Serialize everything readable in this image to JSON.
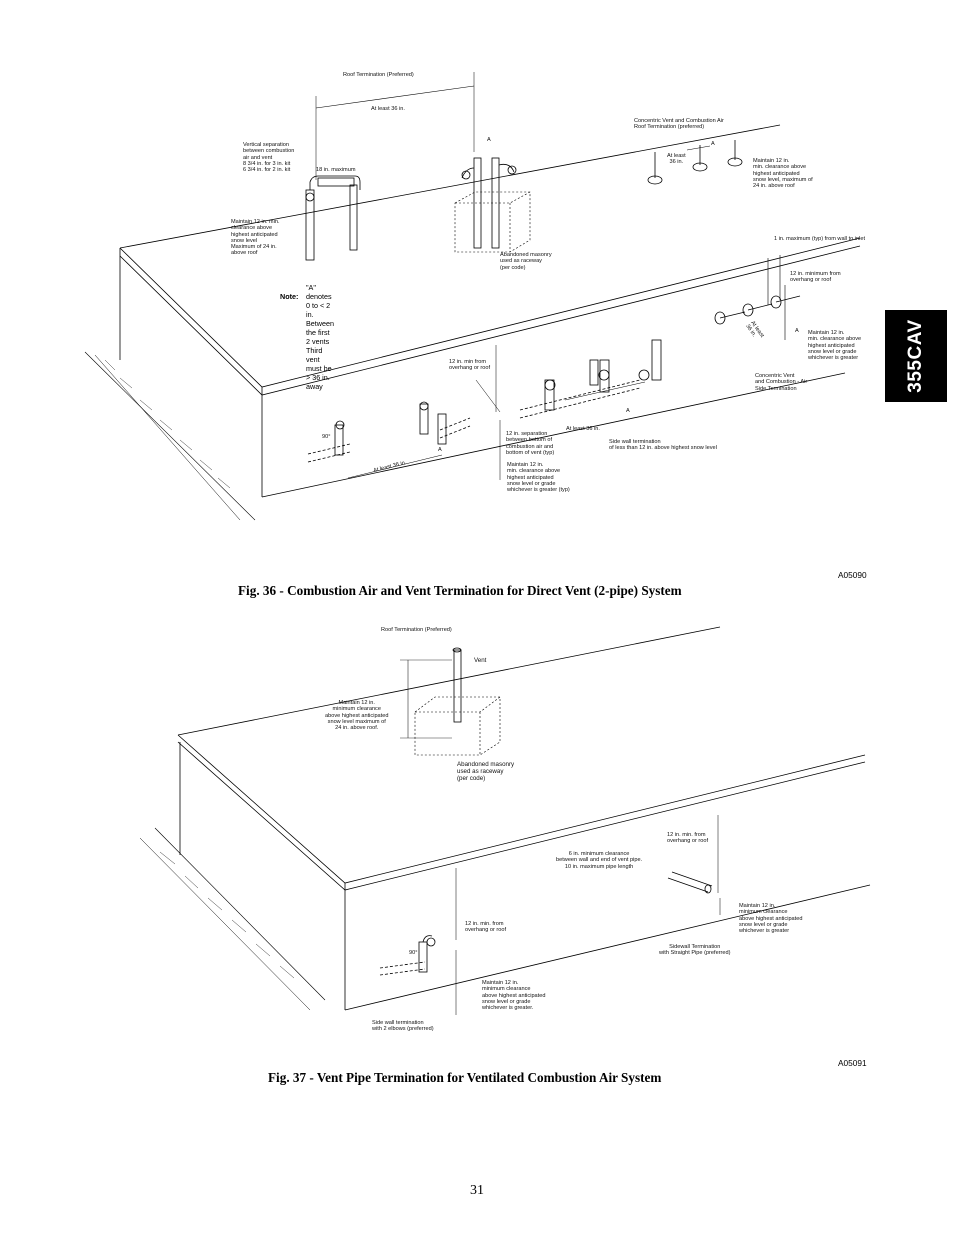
{
  "side_tab": "355CAV",
  "page_number": "31",
  "figure36": {
    "caption": "Fig. 36 - Combustion Air and Vent Termination for Direct Vent (2-pipe) System",
    "code": "A05090",
    "note_label": "Note:",
    "note_text": "\"A\" denotes 0 to < 2 in.\nBetween the first 2 vents\nThird vent must be > 36 in. away",
    "labels": {
      "roof_termination": "Roof Termination (Preferred)",
      "at_least_36": "At least 36 in.",
      "vertical_separation": "Vertical separation\nbetween combustion\nair and vent\n8 3/4 in. for 3 in. kit\n6 3/4 in. for 2 in. kit",
      "eighteen_max": "18 in. maximum",
      "maintain_roof": "Maintain 12 in. min.\nclearance above\nhighest anticipated\nsnow level\nMaximum of 24 in.\nabove roof",
      "abandoned_masonry": "Abandoned masonry\nused as raceway\n(per code)",
      "concentric_roof": "Concentric Vent and Combustion Air\nRoof Termination (preferred)",
      "at_least_36_concentric": "At least\n36 in.",
      "maintain_concentric": "Maintain 12 in.\nmin. clearance above\nhighest anticipated\nsnow level, maximum of\n24 in. above roof",
      "one_in_max": "1 in. maximum (typ) from wall to inlet",
      "twelve_min_overhang_right": "12 in. minimum from\noverhang or roof",
      "maintain_side_right": "Maintain 12 in.\nmin. clearance above\nhighest anticipated\nsnow level or grade\nwhichever is greater",
      "at_least_36_side": "At least\n36 in.",
      "concentric_side": "Concentric Vent\nand Combustion - Air\nSide Termination",
      "twelve_min_overhang_mid": "12 in. min from\noverhang or roof",
      "separation_bottom": "12 in. separation\nbetween bottom of\ncombustion air and\nbottom of vent (typ)",
      "maintain_mid": "Maintain 12 in.\nmin. clearance above\nhighest anticipated\nsnow level or grade\nwhichever is greater (typ)",
      "at_least_36_mid": "At least 36 in.",
      "side_wall_less": "Side wall termination\nof less than 12 in. above highest snow level",
      "at_least_36_left": "At least 36 in.",
      "ninety": "90°",
      "a": "A"
    }
  },
  "figure37": {
    "caption": "Fig. 37 - Vent Pipe Termination for Ventilated Combustion Air System",
    "code": "A05091",
    "labels": {
      "roof_termination": "Roof Termination (Preferred)",
      "vent": "Vent",
      "maintain_roof": "Maintain 12 in.\nminimum clearance\nabove highest anticipated\nsnow level maximum of\n24 in. above roof.",
      "abandoned_masonry": "Abandoned masonry\nused as raceway\n(per code)",
      "twelve_min_overhang_right": "12 in. min. from\noverhang or roof",
      "six_in_min": "6 in. minimum clearance\nbetween wall and end of vent pipe.\n10 in. maximum pipe length",
      "maintain_right": "Maintain 12 in.\nminimum clearance\nabove highest anticipated\nsnow level or grade\nwhichever is greater",
      "sidewall_straight": "Sidewall Termination\nwith Straight Pipe (preferred)",
      "twelve_min_overhang_left": "12 in. min. from\noverhang or roof",
      "maintain_left": "Maintain 12 in.\nminimum clearance\nabove highest anticipated\nsnow level or grade\nwhichever is greater.",
      "side_wall_2_elbows": "Side wall termination\nwith 2 elbows (preferred)",
      "ninety": "90°"
    }
  }
}
